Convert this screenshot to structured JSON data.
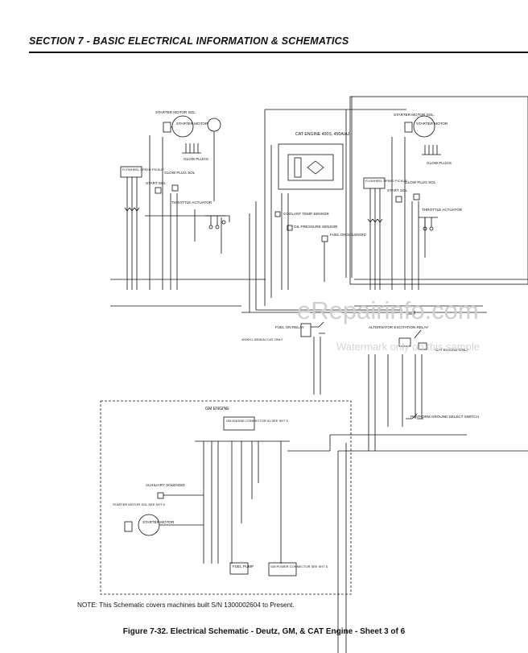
{
  "header": {
    "section_title": "SECTION 7 - BASIC ELECTRICAL INFORMATION & SCHEMATICS"
  },
  "watermark": {
    "main": "eRepairinfo.com",
    "sub": "Watermark only on this sample"
  },
  "note": "NOTE: This Schematic covers machines built S/N 1300002604 to Present.",
  "caption": "Figure 7-32.  Electrical Schematic - Deutz, GM, & CAT Engine - Sheet 3 of 6",
  "labels": {
    "starter_motor_sol_l": "STARTER MOTOR SOL.",
    "starter_motor_l": "STARTER MOTOR",
    "glow_plugs_l": "GLOW PLUGS",
    "flywheel_speed_pickup_l": "FLYWHEEL SPEED PICKUP",
    "start_sol_l": "START SOL",
    "glow_plug_sol_l": "GLOW PLUG SOL",
    "throttle_actuator_l": "THROTTLE ACTUATOR",
    "cat_engine": "CAT ENGINE 400S, 450A/AJ",
    "coolant_temp_sensor": "COOLANT TEMP SENSOR",
    "oil_pressure_sensor": "OIL PRESSURE SENSOR",
    "fuel_on_solenoid": "FUEL ON SOLENOID",
    "fuel_on_relay": "FUEL ON RELAY",
    "cat_only": "400S/LL 450A/AJ CAT ONLY",
    "alternator_excitation_relay": "ALTERNATOR EXCITATION RELAY",
    "cat_engine_only": "CAT ENGINE ONLY",
    "platform_ground_select_switch": "PLATFORM GROUND SELECT SWITCH",
    "starter_motor_sol_r": "STARTER MOTOR SOL.",
    "starter_motor_r": "STARTER MOTOR",
    "glow_plugs_r": "GLOW PLUGS",
    "flywheel_speed_pickup_r": "FLYWHEEL SPEED PICKUP",
    "start_sol_r": "START SOL",
    "glow_plug_sol_r": "GLOW PLUG SOL",
    "throttle_actuator_r": "THROTTLE ACTUATOR",
    "gm_engine": "GM ENGINE",
    "gm_engine_connector": "GM ENGINE CONNECTOR #1 SEE SHT 5",
    "auxiliary_solenoid": "AUXILIARY SOLENOID",
    "starter_motor_sol_gm": "STARTER MOTOR SOL SEE SHT 5",
    "starter_motor_gm": "STARTER MOTOR",
    "fuel_pump": "FUEL PUMP",
    "gm_power_connector": "GM POWER CONNECTOR SEE SHT 5"
  }
}
